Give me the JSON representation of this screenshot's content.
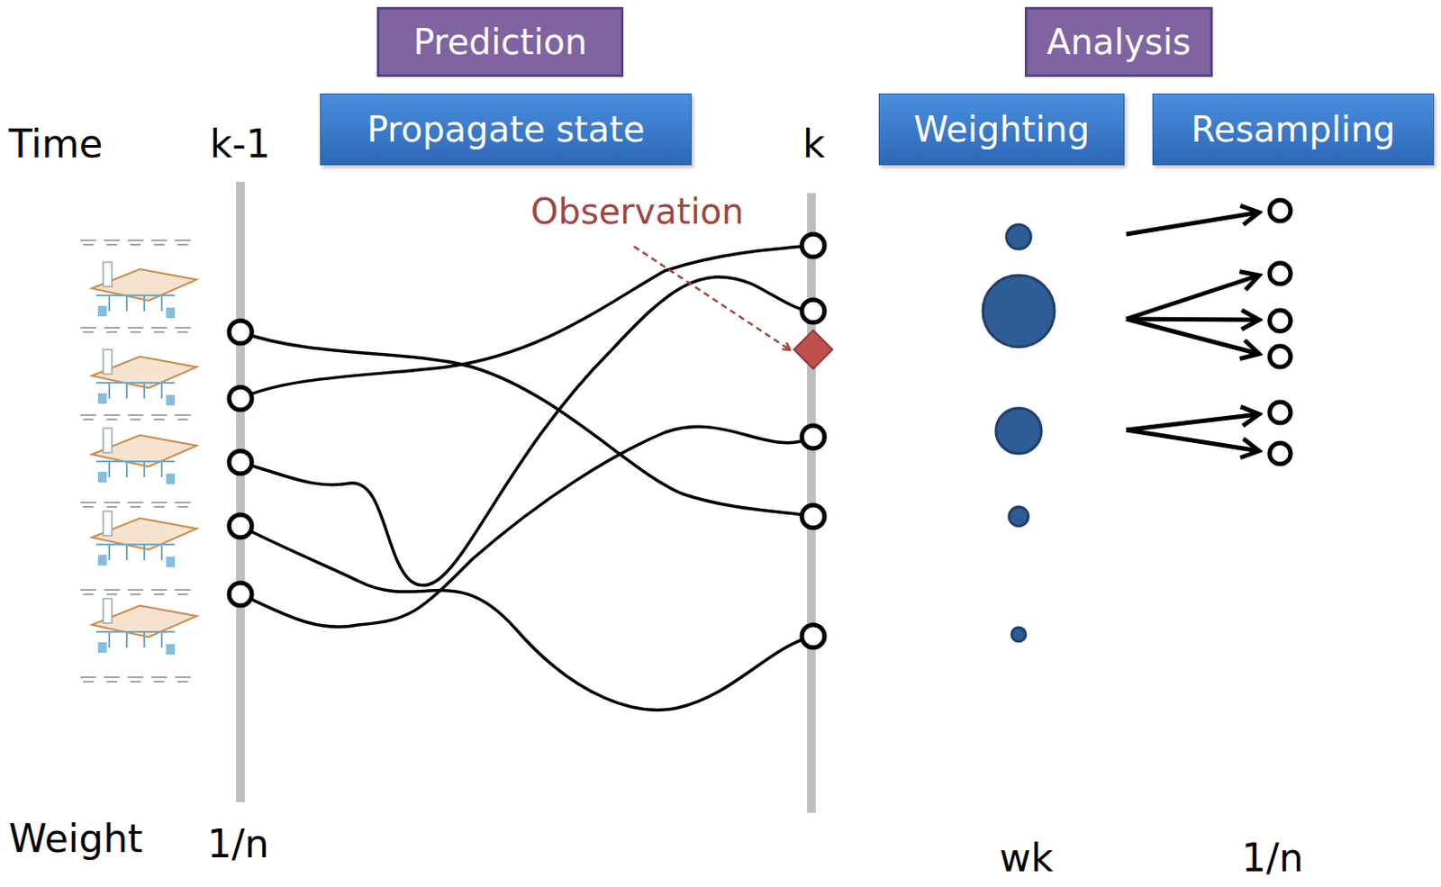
{
  "diagram": {
    "nodes": [
      {
        "text": [
          "Prediction"
        ]
      },
      {
        "text": [
          "Propagate state"
        ]
      },
      {
        "text": [
          "Analysis"
        ]
      },
      {
        "text": [
          "Weighting"
        ]
      },
      {
        "text": [
          "Resampling"
        ]
      }
    ],
    "edges": [],
    "labels": [
      "Time",
      "k-1",
      "k",
      "Observation",
      "Weight",
      "1/n",
      "wk",
      "1/n"
    ]
  }
}
